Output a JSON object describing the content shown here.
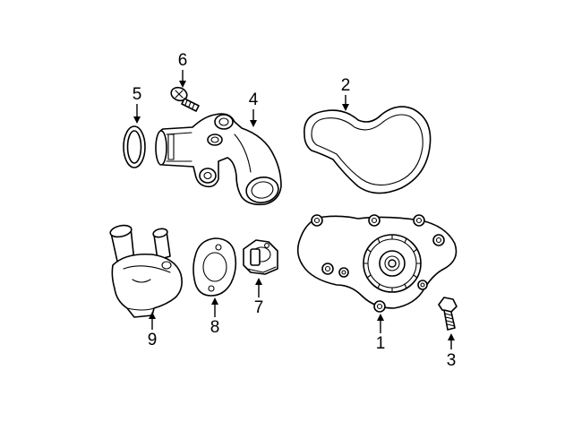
{
  "callouts": {
    "c1": "1",
    "c2": "2",
    "c3": "3",
    "c4": "4",
    "c5": "5",
    "c6": "6",
    "c7": "7",
    "c8": "8",
    "c9": "9"
  },
  "parts": [
    {
      "callout": "1",
      "icon": "water-pump"
    },
    {
      "callout": "2",
      "icon": "pump-gasket"
    },
    {
      "callout": "3",
      "icon": "bolt"
    },
    {
      "callout": "4",
      "icon": "outlet-housing"
    },
    {
      "callout": "5",
      "icon": "o-ring"
    },
    {
      "callout": "6",
      "icon": "screw"
    },
    {
      "callout": "7",
      "icon": "thermostat"
    },
    {
      "callout": "8",
      "icon": "housing-gasket"
    },
    {
      "callout": "9",
      "icon": "thermostat-housing"
    }
  ]
}
